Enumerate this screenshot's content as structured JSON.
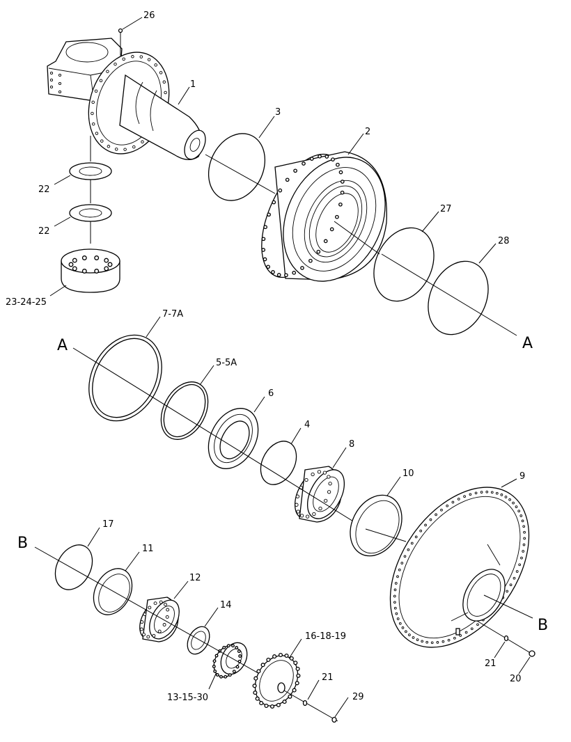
{
  "callouts": {
    "c26": "26",
    "c1": "1",
    "c3": "3",
    "c2": "2",
    "c27": "27",
    "c28": "28",
    "c22a": "22",
    "c22b": "22",
    "c23_24_25": "23-24-25",
    "c7_7A": "7-7A",
    "c5_5A": "5-5A",
    "c6": "6",
    "c4": "4",
    "c8": "8",
    "c10": "10",
    "c9": "9",
    "c17": "17",
    "c11": "11",
    "c12": "12",
    "c14": "14",
    "c16_18_19": "16-18-19",
    "c13_15_30": "13-15-30",
    "c21a": "21",
    "c21b": "21",
    "c29": "29",
    "c20": "20"
  },
  "section_markers": {
    "A_left": "A",
    "A_right": "A",
    "B_left": "B",
    "B_right": "B"
  }
}
